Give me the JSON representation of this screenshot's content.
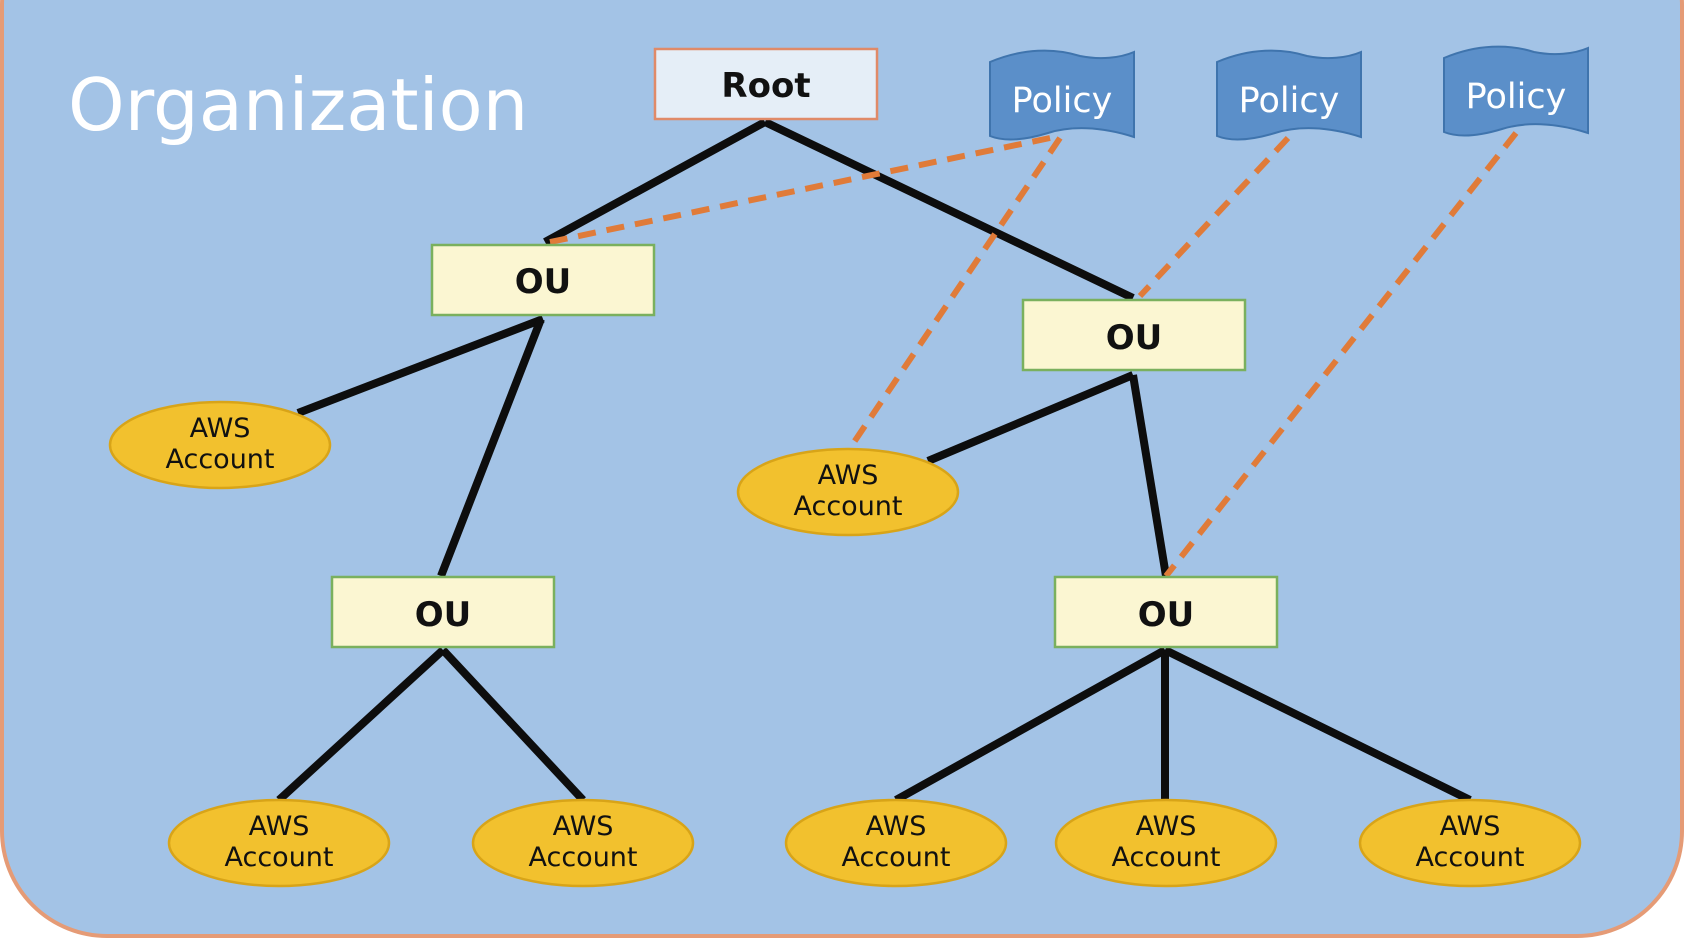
{
  "title": "Organization",
  "root": {
    "label": "Root"
  },
  "ous": [
    {
      "label": "OU"
    },
    {
      "label": "OU"
    },
    {
      "label": "OU"
    },
    {
      "label": "OU"
    }
  ],
  "accounts": [
    {
      "line1": "AWS",
      "line2": "Account"
    },
    {
      "line1": "AWS",
      "line2": "Account"
    },
    {
      "line1": "AWS",
      "line2": "Account"
    },
    {
      "line1": "AWS",
      "line2": "Account"
    },
    {
      "line1": "AWS",
      "line2": "Account"
    },
    {
      "line1": "AWS",
      "line2": "Account"
    },
    {
      "line1": "AWS",
      "line2": "Account"
    }
  ],
  "policies": [
    {
      "label": "Policy"
    },
    {
      "label": "Policy"
    },
    {
      "label": "Policy"
    }
  ],
  "colors": {
    "background": "#a3c3e6",
    "border": "#e59b76",
    "box_fill": "#fbf6d2",
    "box_border": "#7ab05e",
    "root_fill": "#e5eef7",
    "root_border": "#e08a68",
    "account_fill": "#f2c12e",
    "account_border": "#d8a418",
    "policy_fill": "#5b8fc9",
    "dashed_line": "#e07b39",
    "tree_line": "#0d0d0d"
  }
}
